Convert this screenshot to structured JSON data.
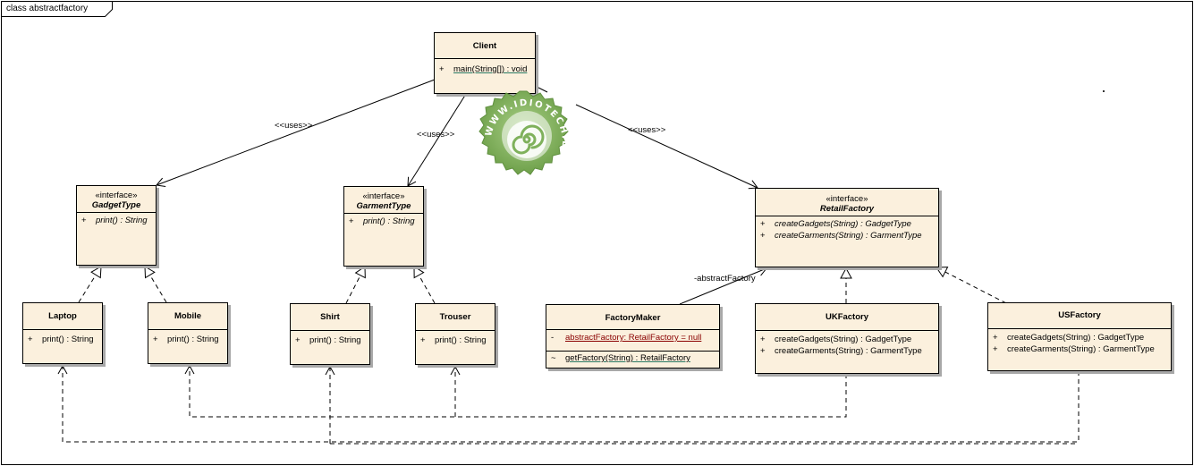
{
  "frame": {
    "title": "class abstractfactory"
  },
  "classes": {
    "client": {
      "name": "Client",
      "ops": [
        {
          "vis": "+",
          "sig": "main(String[]) : void"
        }
      ]
    },
    "gadget_type": {
      "stereotype": "«interface»",
      "name": "GadgetType",
      "ops": [
        {
          "vis": "+",
          "sig": "print() : String"
        }
      ]
    },
    "garment_type": {
      "stereotype": "«interface»",
      "name": "GarmentType",
      "ops": [
        {
          "vis": "+",
          "sig": "print() : String"
        }
      ]
    },
    "retail_factory": {
      "stereotype": "«interface»",
      "name": "RetailFactory",
      "ops": [
        {
          "vis": "+",
          "sig": "createGadgets(String) : GadgetType"
        },
        {
          "vis": "+",
          "sig": "createGarments(String) : GarmentType"
        }
      ]
    },
    "laptop": {
      "name": "Laptop",
      "ops": [
        {
          "vis": "+",
          "sig": "print() : String"
        }
      ]
    },
    "mobile": {
      "name": "Mobile",
      "ops": [
        {
          "vis": "+",
          "sig": "print() : String"
        }
      ]
    },
    "shirt": {
      "name": "Shirt",
      "ops": [
        {
          "vis": "+",
          "sig": "print() : String"
        }
      ]
    },
    "trouser": {
      "name": "Trouser",
      "ops": [
        {
          "vis": "+",
          "sig": "print() : String"
        }
      ]
    },
    "factory_maker": {
      "name": "FactoryMaker",
      "attrs": [
        {
          "vis": "-",
          "sig": "abstractFactory:  RetailFactory = null"
        }
      ],
      "ops": [
        {
          "vis": "~",
          "sig": "getFactory(String) : RetailFactory"
        }
      ]
    },
    "uk_factory": {
      "name": "UKFactory",
      "ops": [
        {
          "vis": "+",
          "sig": "createGadgets(String) : GadgetType"
        },
        {
          "vis": "+",
          "sig": "createGarments(String) : GarmentType"
        }
      ]
    },
    "us_factory": {
      "name": "USFactory",
      "ops": [
        {
          "vis": "+",
          "sig": "createGadgets(String) : GadgetType"
        },
        {
          "vis": "+",
          "sig": "createGarments(String) : GarmentType"
        }
      ]
    }
  },
  "labels": {
    "uses_gadget": "<<uses>>",
    "uses_garment": "<<uses>>",
    "uses_retail": "<<uses>>",
    "role_abstract_factory": "-abstractFactory"
  },
  "watermark": {
    "text": "WWW.IDIOTECHIE.COM",
    "color": "#7fb15c"
  }
}
